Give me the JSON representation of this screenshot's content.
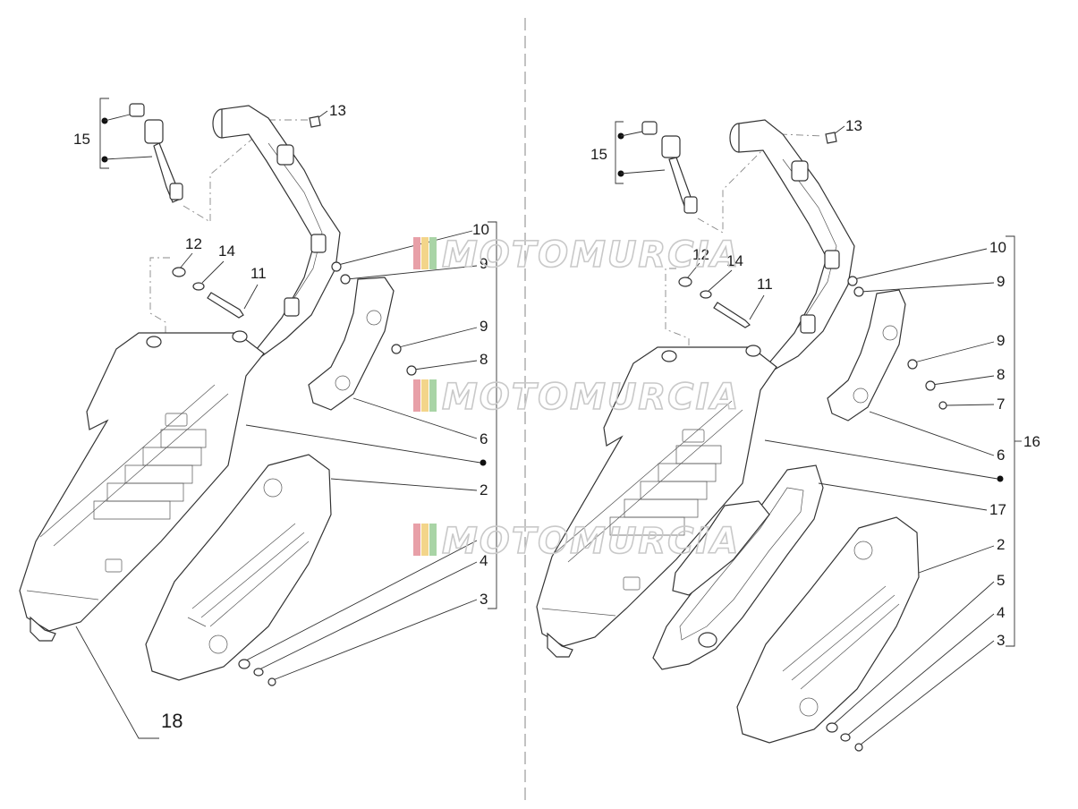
{
  "diagram": {
    "watermark": "MOTOMURCIA",
    "watermark_colors": [
      "#e8a0a8",
      "#f3d58a",
      "#a9d4a6"
    ],
    "left": {
      "labels": {
        "l15": "15",
        "l13": "13",
        "l12": "12",
        "l14": "14",
        "l11": "11",
        "l10": "10",
        "l9a": "9",
        "l9b": "9",
        "l8": "8",
        "l6": "6",
        "l2": "2",
        "l4": "4",
        "l3": "3",
        "l18": "18"
      }
    },
    "right": {
      "labels": {
        "l15": "15",
        "l13": "13",
        "l12": "12",
        "l14": "14",
        "l11": "11",
        "l10": "10",
        "l9a": "9",
        "l9b": "9",
        "l8": "8",
        "l7": "7",
        "l6": "6",
        "l16": "16",
        "l17": "17",
        "l2": "2",
        "l5": "5",
        "l4": "4",
        "l3": "3"
      }
    }
  }
}
